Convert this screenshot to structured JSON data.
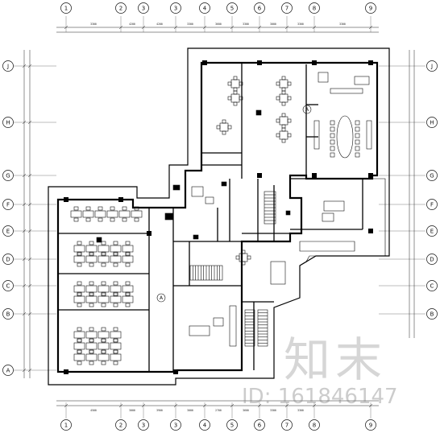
{
  "drawing": {
    "column_labels_top": [
      "1",
      "2",
      "3",
      "3",
      "4",
      "5",
      "6",
      "7",
      "8",
      "9"
    ],
    "column_labels_bottom": [
      "1",
      "2",
      "3",
      "3",
      "4",
      "5",
      "6",
      "7",
      "8",
      "9"
    ],
    "row_labels_left": [
      "J",
      "H",
      "G",
      "F",
      "E",
      "D",
      "C",
      "B",
      "A"
    ],
    "row_labels_right": [
      "J",
      "H",
      "G",
      "F",
      "E",
      "D",
      "C",
      "B"
    ],
    "stair_symbol_text": "A",
    "dimension_top": [
      "3300",
      "4200",
      "4200",
      "3300",
      "3600",
      "3300",
      "3000",
      "3300",
      "3300"
    ],
    "dimension_bottom": [
      "4500",
      "3000",
      "3900",
      "3000",
      "2700",
      "3600",
      "3300",
      "3300"
    ]
  },
  "watermark": {
    "brand": "知末",
    "id_text": "ID: 161846147"
  },
  "colors": {
    "line": "#111111",
    "wall": "#000000",
    "watermark": "#8a8a8a"
  }
}
